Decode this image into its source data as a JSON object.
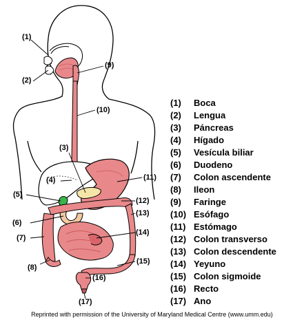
{
  "diagram": {
    "callouts": [
      "(1)",
      "(2)",
      "(9)",
      "(10)",
      "(3)",
      "(4)",
      "(11)",
      "(5)",
      "(12)",
      "(13)",
      "(6)",
      "(14)",
      "(7)",
      "(15)",
      "(8)",
      "(16)",
      "(17)"
    ]
  },
  "legend": {
    "items": [
      {
        "num": "(1)",
        "label": "Boca"
      },
      {
        "num": "(2)",
        "label": "Lengua"
      },
      {
        "num": "(3)",
        "label": "Páncreas"
      },
      {
        "num": "(4)",
        "label": "Hígado"
      },
      {
        "num": "(5)",
        "label": "Vesícula biliar"
      },
      {
        "num": "(6)",
        "label": "Duodeno"
      },
      {
        "num": "(7)",
        "label": "Colon ascendente"
      },
      {
        "num": "(8)",
        "label": "Ileon"
      },
      {
        "num": "(9)",
        "label": "Faringe"
      },
      {
        "num": "(10)",
        "label": "Esófago"
      },
      {
        "num": "(11)",
        "label": "Estómago"
      },
      {
        "num": "(12)",
        "label": "Colon transverso"
      },
      {
        "num": "(13)",
        "label": "Colon descendente"
      },
      {
        "num": "(14)",
        "label": "Yeyuno"
      },
      {
        "num": "(15)",
        "label": "Colon sigmoide"
      },
      {
        "num": "(16)",
        "label": "Recto"
      },
      {
        "num": "(17)",
        "label": "Ano"
      }
    ]
  },
  "credit": "Reprinted with permission of the University of Maryland Medical Centre (www.umm.edu)",
  "colors": {
    "organ": "#e8888a",
    "organ_dark": "#c85a5e",
    "liver": "#ffffff",
    "pancreas": "#f5e6a8",
    "gallbladder": "#39b54a",
    "outline": "#000000"
  }
}
